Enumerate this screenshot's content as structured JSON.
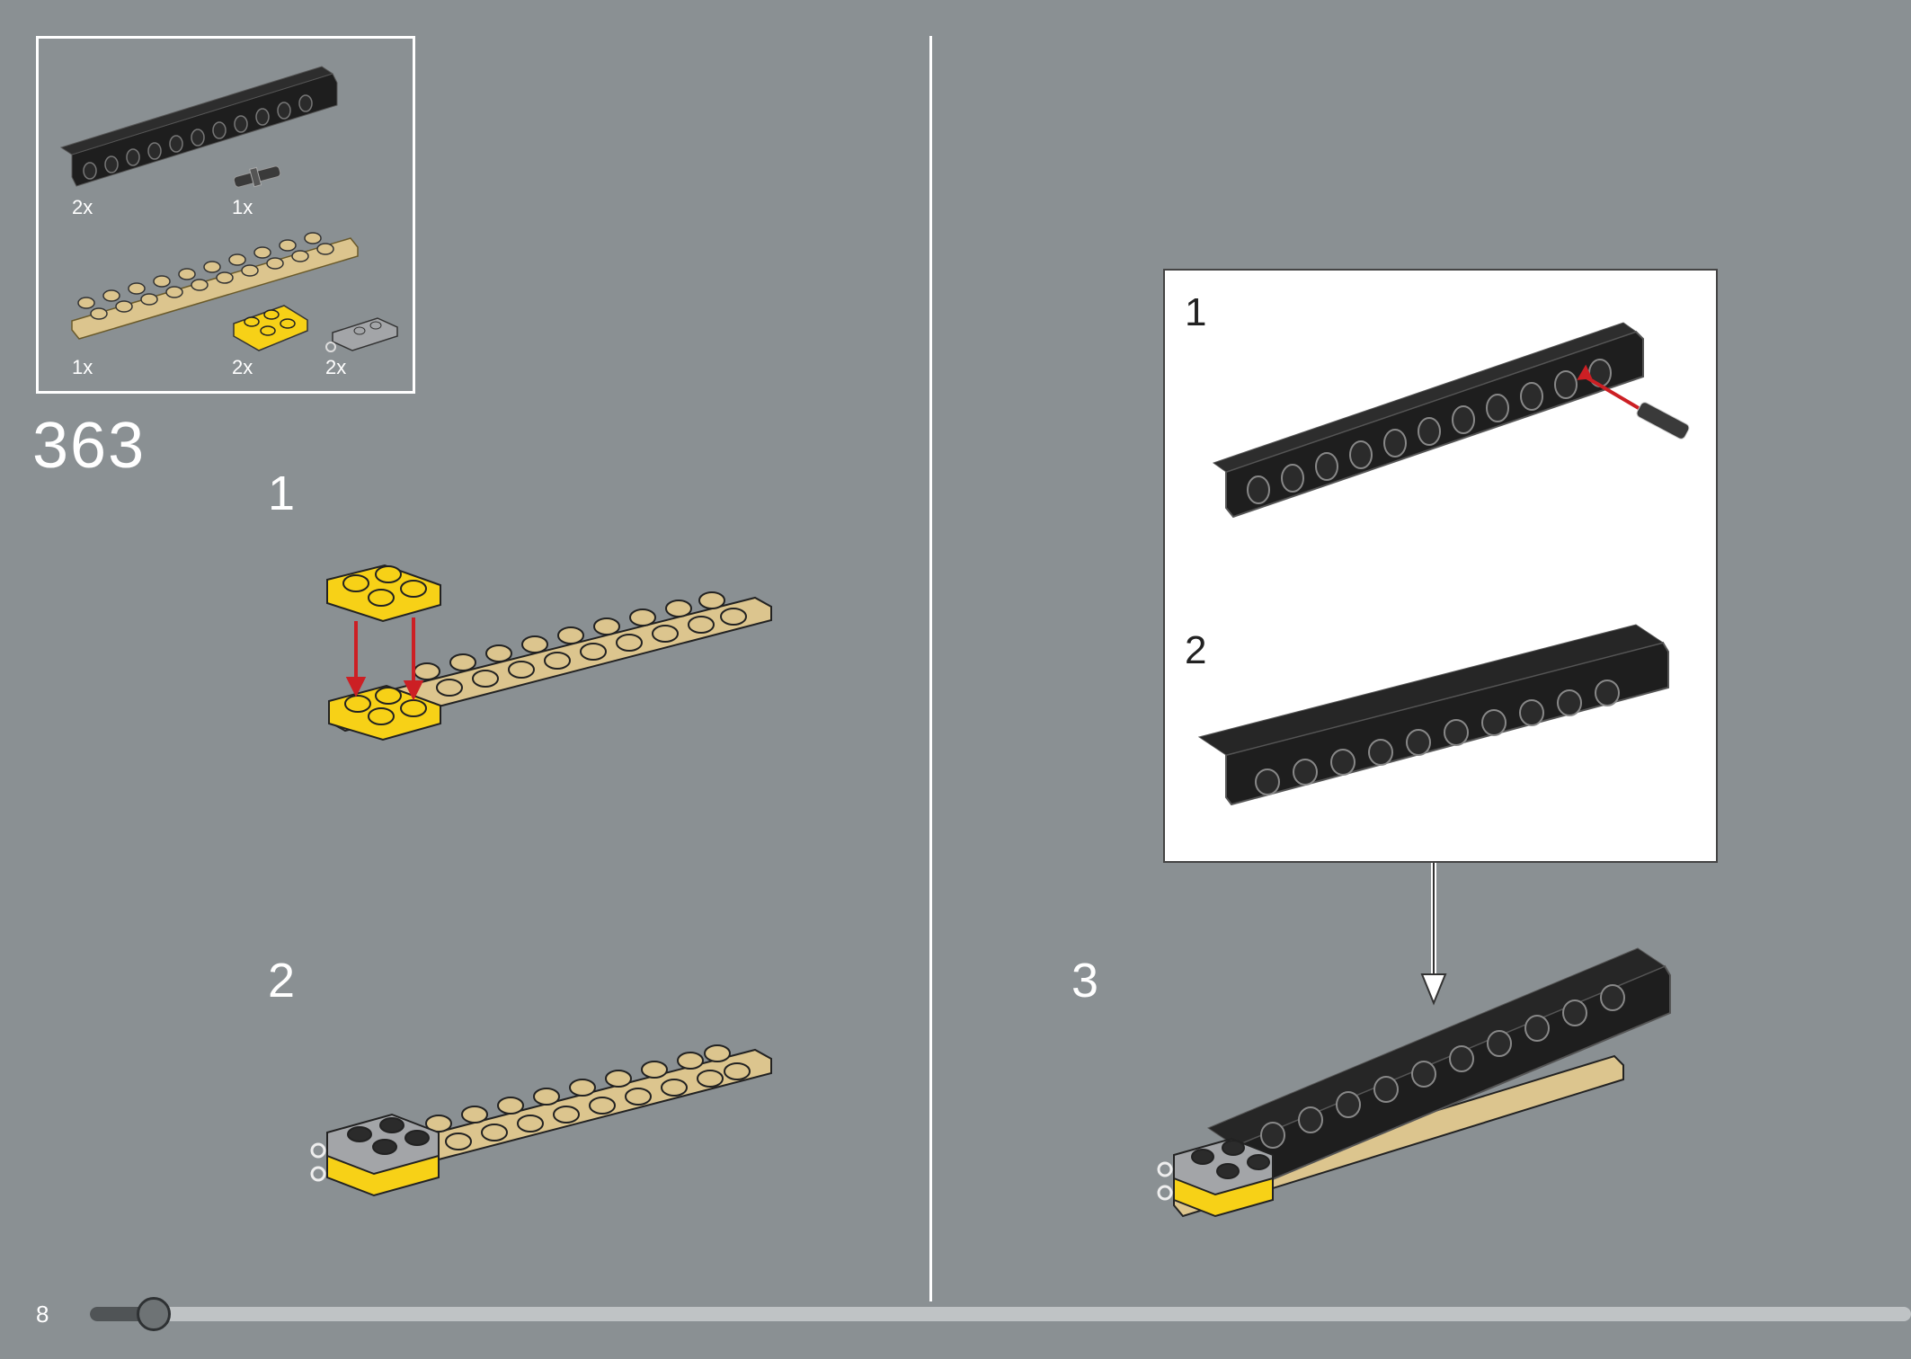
{
  "page": {
    "number": "8",
    "progress": 0.035
  },
  "parts": {
    "items": [
      {
        "name": "technic-brick-1x12",
        "qty": "2x"
      },
      {
        "name": "pin",
        "qty": "1x"
      },
      {
        "name": "plate-2x10-tan",
        "qty": "1x"
      },
      {
        "name": "plate-2x2-yellow",
        "qty": "2x"
      },
      {
        "name": "plate-clip-gray",
        "qty": "2x"
      }
    ]
  },
  "step": {
    "number": "363",
    "substeps": [
      {
        "label": "1"
      },
      {
        "label": "2"
      },
      {
        "label": "3"
      }
    ],
    "callout": {
      "steps": [
        {
          "label": "1"
        },
        {
          "label": "2"
        }
      ]
    }
  },
  "colors": {
    "background": "#8a9093",
    "tan": "#dcc58e",
    "yellow": "#f7d117",
    "black": "#1e1e1e",
    "gray": "#a3a5a8",
    "arrow_red": "#cc1f24"
  }
}
